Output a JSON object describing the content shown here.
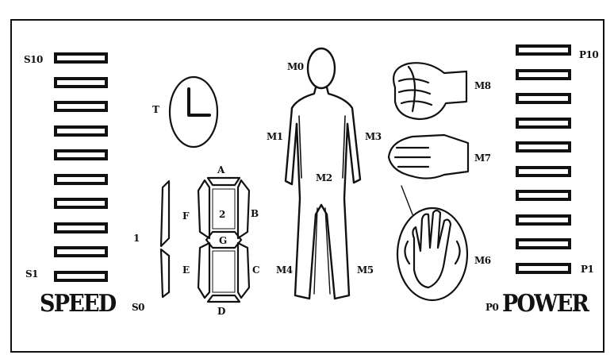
{
  "speed": {
    "title": "SPEED",
    "zero_label": "S0",
    "top_label": "S10",
    "bottom_label": "S1",
    "bar_count": 10
  },
  "power": {
    "title": "POWER",
    "zero_label": "P0",
    "top_label": "P10",
    "bottom_label": "P1",
    "bar_count": 10
  },
  "timer": {
    "label": "T",
    "icon": "clock-icon"
  },
  "seven_segment": {
    "digit_one_label": "1",
    "segments": {
      "a": "A",
      "b": "B",
      "c": "C",
      "d": "D",
      "e": "E",
      "f": "F",
      "g": "G"
    },
    "digit_two_label": "2"
  },
  "body_zones": {
    "head": "M0",
    "left_arm": "M1",
    "torso": "M2",
    "right_arm": "M3",
    "left_leg": "M4",
    "right_leg": "M5"
  },
  "massage_modes": {
    "knead": "M8",
    "tap": "M7",
    "palm": "M6"
  },
  "colors": {
    "ink": "#111111",
    "background": "#ffffff"
  }
}
